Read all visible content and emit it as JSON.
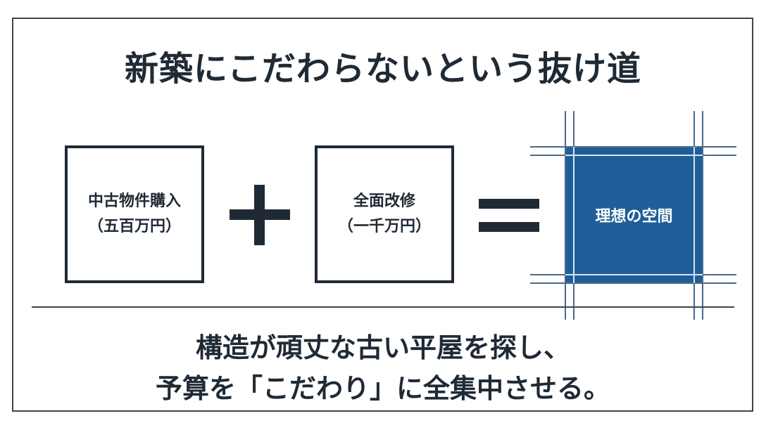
{
  "title": "新築にこだわらないという抜け道",
  "equation": {
    "term1": {
      "line1": "中古物件購入",
      "line2": "（五百万円）"
    },
    "plus_icon": "plus-sign",
    "term2": {
      "line1": "全面改修",
      "line2": "（一千万円）"
    },
    "equals_icon": "equals-sign",
    "result": {
      "label": "理想の空間",
      "color": "#1f5f99"
    }
  },
  "conclusion": {
    "line1": "構造が頑丈な古い平屋を探し、",
    "line2": "予算を「こだわり」に全集中させる。"
  }
}
